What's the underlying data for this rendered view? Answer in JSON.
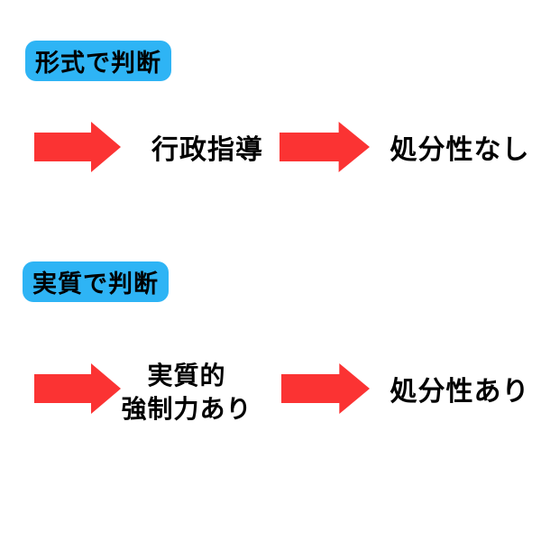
{
  "colors": {
    "label_bg": "#2EB4F5",
    "arrow_red": "#FB3333",
    "text": "#000000",
    "background": "#FFFFFF"
  },
  "sections": [
    {
      "label": "形式で判断",
      "flow": {
        "step1": "行政指導",
        "step2": "処分性なし"
      }
    },
    {
      "label": "実質で判断",
      "flow": {
        "step1": "実質的\n強制力あり",
        "step2": "処分性あり"
      }
    }
  ]
}
